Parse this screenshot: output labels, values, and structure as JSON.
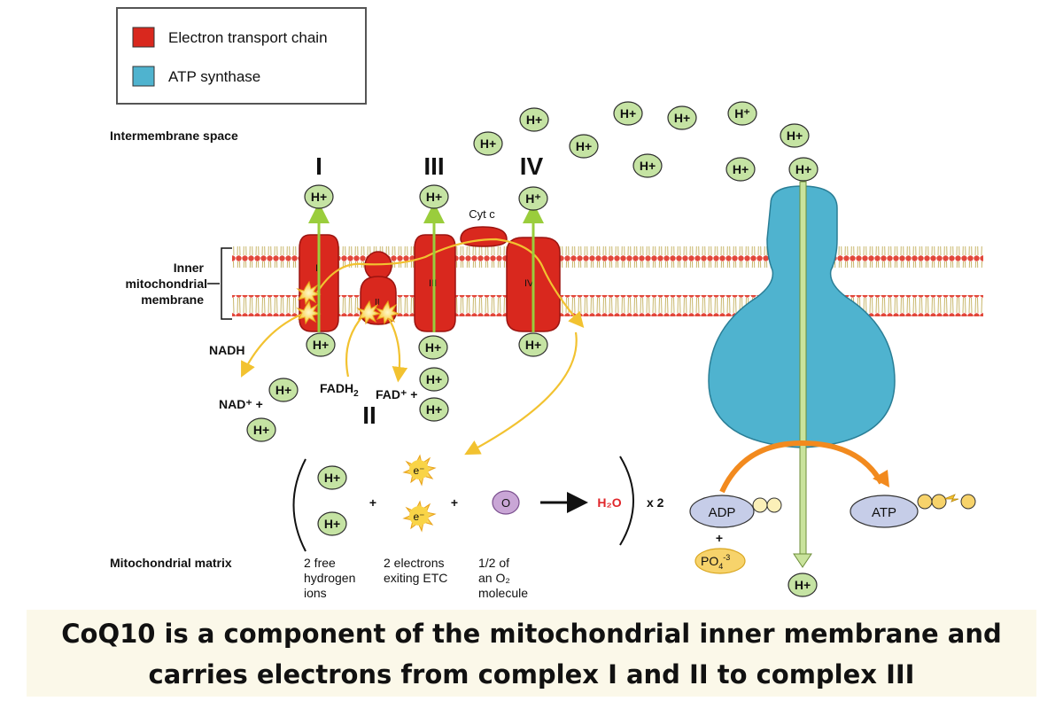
{
  "legend": {
    "items": [
      {
        "label": "Electron transport chain",
        "color": "#d9281e"
      },
      {
        "label": "ATP synthase",
        "color": "#4fb3cf"
      }
    ]
  },
  "regions": {
    "intermembrane": "Intermembrane space",
    "inner_membrane": [
      "Inner",
      "mitochondrial",
      "membrane"
    ],
    "matrix": "Mitochondrial matrix"
  },
  "complexes": {
    "I": "I",
    "II": "II",
    "III": "III",
    "IV": "IV",
    "cyt_c": "Cyt c"
  },
  "ion_label": "H+",
  "ion_label_alt": "H⁺",
  "molecules": {
    "nadh": "NADH",
    "nad": "NAD⁺ +",
    "fadh2": "FADH",
    "fadh2_sub": "2",
    "fad": "FAD⁺ +",
    "electron": "e⁻",
    "oxygen": "O",
    "water": "H₂O",
    "times_two": "x 2",
    "plus": "+",
    "adp": "ADP",
    "atp": "ATP",
    "phosphate": "PO",
    "phosphate_sub": "4",
    "phosphate_sup": "-3"
  },
  "equation_notes": {
    "hydrogen": [
      "2 free",
      "hydrogen",
      "ions"
    ],
    "electrons": [
      "2 electrons",
      "exiting ETC"
    ],
    "oxygen": [
      "1/2 of",
      "an O₂",
      "molecule"
    ]
  },
  "colors": {
    "etc": "#d9281e",
    "atp_synthase": "#4fb3cf",
    "hydrogen_ion": "#c5e3a3",
    "electron_path": "#f2c230",
    "proton_arrow": "#9acd3c",
    "atp_arrow": "#f28a1e",
    "water_text": "#e0262a"
  },
  "caption": {
    "line1": "CoQ10 is a component of the mitochondrial inner membrane and",
    "line2": "carries electrons from complex I and II to complex III"
  }
}
